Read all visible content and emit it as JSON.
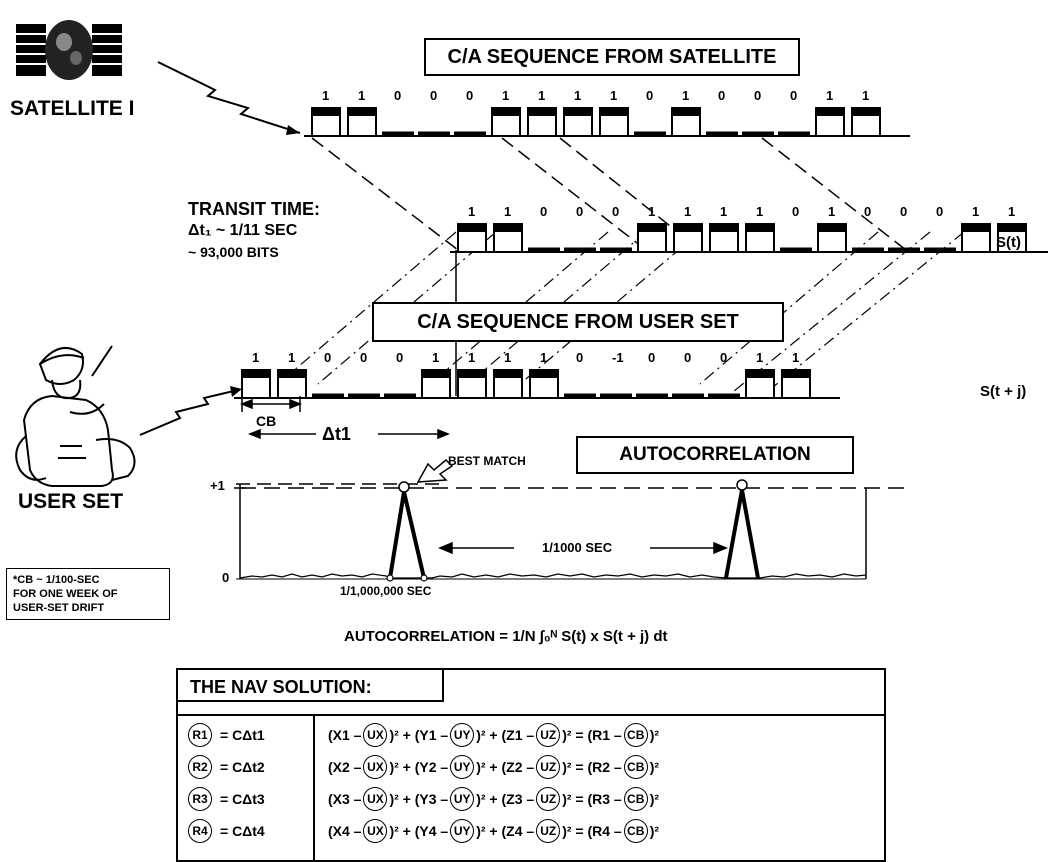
{
  "satellite_label": "SATELLITE I",
  "user_label": "USER SET",
  "seq_satellite_title": "C/A SEQUENCE FROM SATELLITE",
  "seq_user_title": "C/A SEQUENCE FROM USER SET",
  "autocorr_title": "AUTOCORRELATION",
  "transit": {
    "line1": "TRANSIT TIME:",
    "line2": "Δt₁ ~ 1/11 SEC",
    "line3": "~ 93,000 BITS"
  },
  "signal_labels": {
    "st": "S(t)",
    "stj": "S(t + j)"
  },
  "bits_satellite": [
    "1",
    "1",
    "0",
    "0",
    "0",
    "1",
    "1",
    "1",
    "1",
    "0",
    "1",
    "0",
    "0",
    "0",
    "1",
    "1"
  ],
  "bits_received": [
    "1",
    "1",
    "0",
    "0",
    "0",
    "1",
    "1",
    "1",
    "1",
    "0",
    "1",
    "0",
    "0",
    "0",
    "1",
    "1"
  ],
  "bits_user": [
    "1",
    "1",
    "0",
    "0",
    "0",
    "1",
    "1",
    "1",
    "1",
    "0",
    "-1",
    "0",
    "0",
    "0",
    "1",
    "1"
  ],
  "cb_label": "CB",
  "dt_label": "Δt1",
  "best_match": "BEST MATCH",
  "y_plus1": "+1",
  "y_zero": "0",
  "period_label": "1/1000 SEC",
  "chip_label": "1/1,000,000 SEC",
  "formula": "AUTOCORRELATION = 1/N ∫₀ᴺ S(t) x S(t + j) dt",
  "drift_note": [
    "*CB ~ 1/100-SEC",
    "FOR ONE WEEK OF",
    "USER-SET DRIFT"
  ],
  "nav": {
    "title": "THE NAV SOLUTION:",
    "ranges": [
      {
        "r": "R1",
        "eq": "= CΔt1"
      },
      {
        "r": "R2",
        "eq": "= CΔt2"
      },
      {
        "r": "R3",
        "eq": "= CΔt3"
      },
      {
        "r": "R4",
        "eq": "= CΔt4"
      }
    ],
    "equations": [
      {
        "x": "(X1 –",
        "ux": "UX",
        "y": ")² + (Y1 –",
        "uy": "UY",
        "z": ")² + (Z1 –",
        "uz": "UZ",
        "r": ")² = (R1 –",
        "cb": "CB",
        "end": ")²"
      },
      {
        "x": "(X2 –",
        "ux": "UX",
        "y": ")² + (Y2 –",
        "uy": "UY",
        "z": ")² + (Z2 –",
        "uz": "UZ",
        "r": ")² = (R2 –",
        "cb": "CB",
        "end": ")²"
      },
      {
        "x": "(X3 –",
        "ux": "UX",
        "y": ")² + (Y3 –",
        "uy": "UY",
        "z": ")² + (Z3 –",
        "uz": "UZ",
        "r": ")² = (R3 –",
        "cb": "CB",
        "end": ")²"
      },
      {
        "x": "(X4 –",
        "ux": "UX",
        "y": ")² + (Y4 –",
        "uy": "UY",
        "z": ")² + (Z4 –",
        "uz": "UZ",
        "r": ")² = (R4 –",
        "cb": "CB",
        "end": ")²"
      }
    ]
  }
}
